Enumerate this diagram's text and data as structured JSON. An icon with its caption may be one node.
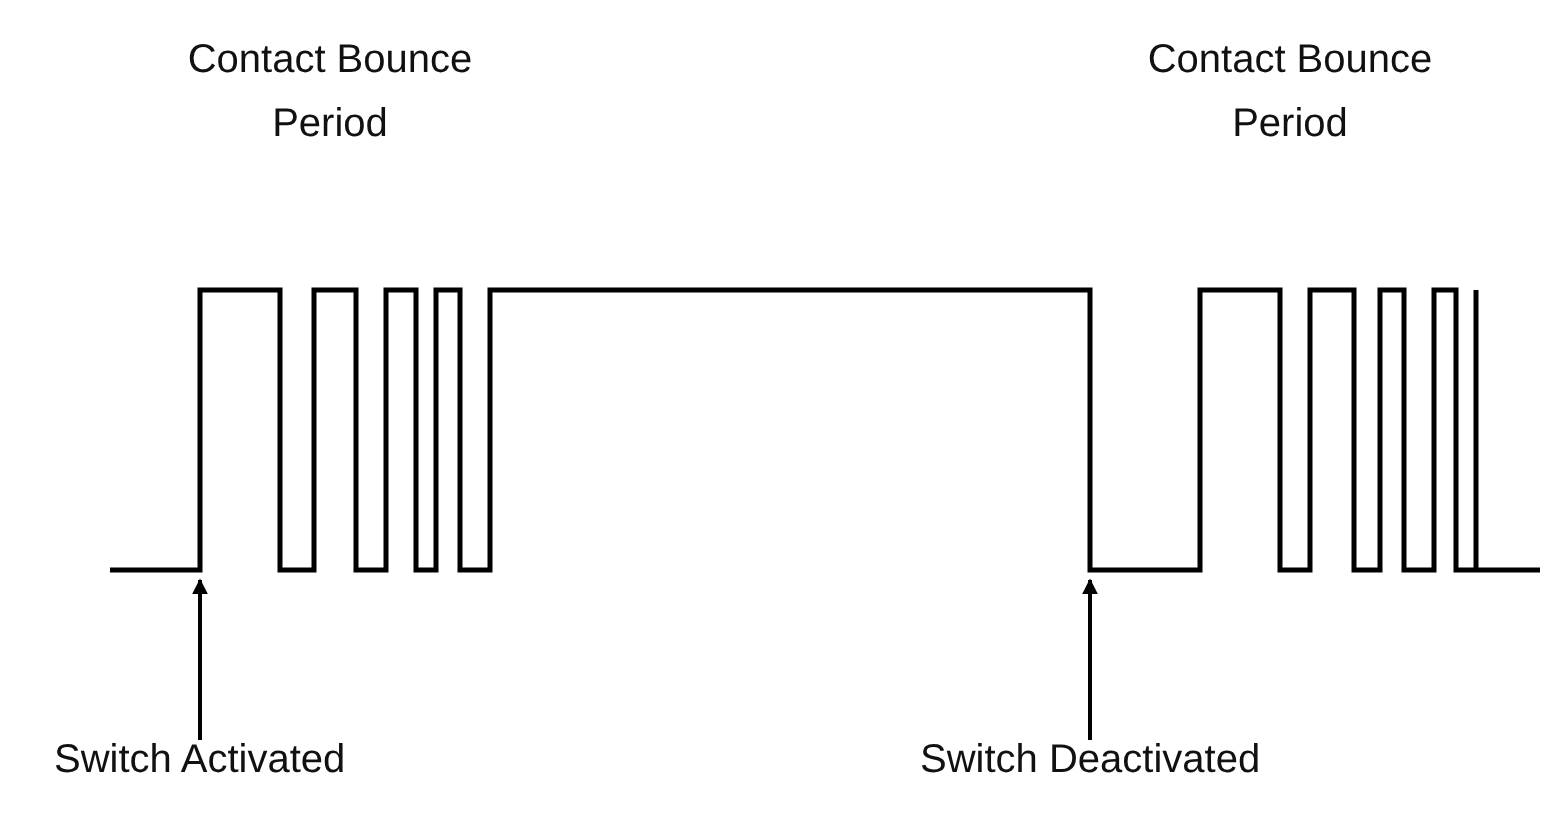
{
  "diagram": {
    "nodes": [
      {
        "text": [
          "Switch Activated"
        ]
      },
      {
        "text": [
          "Switch Deactivated"
        ]
      }
    ],
    "edges": [
      {
        "from": 0,
        "to": null,
        "arrow": "to"
      },
      {
        "from": 1,
        "to": null,
        "arrow": "to"
      }
    ],
    "labels": [
      "Contact Bounce Period",
      "Contact Bounce Period"
    ]
  }
}
